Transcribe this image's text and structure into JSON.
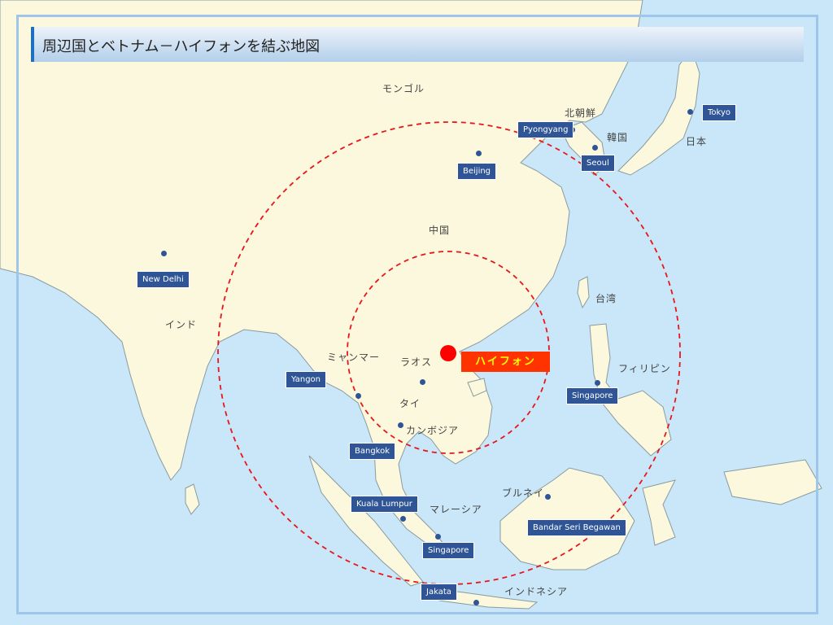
{
  "title": "周辺国とベトナム－ハイフォンを結ぶ地図",
  "highlight": {
    "label": "ハイフォン",
    "color": "#ff3300"
  },
  "countries": [
    "モンゴル",
    "北朝鮮",
    "韓国",
    "日本",
    "中国",
    "台湾",
    "インド",
    "ミャンマー",
    "ラオス",
    "タイ",
    "カンボジア",
    "フィリピン",
    "ブルネイ",
    "マレーシア",
    "インドネシア"
  ],
  "cities": [
    "Tokyo",
    "Pyongyang",
    "Seoul",
    "Beijing",
    "New Delhi",
    "Yangon",
    "Bangkok",
    "Kuala Lumpur",
    "Singapore",
    "Singapore",
    "Bandar Seri  Begawan",
    "Jakata"
  ],
  "colors": {
    "ocean": "#c9e7f8",
    "land": "#fbf8dd",
    "tag": "#2f5597",
    "circle": "#e8161b"
  }
}
